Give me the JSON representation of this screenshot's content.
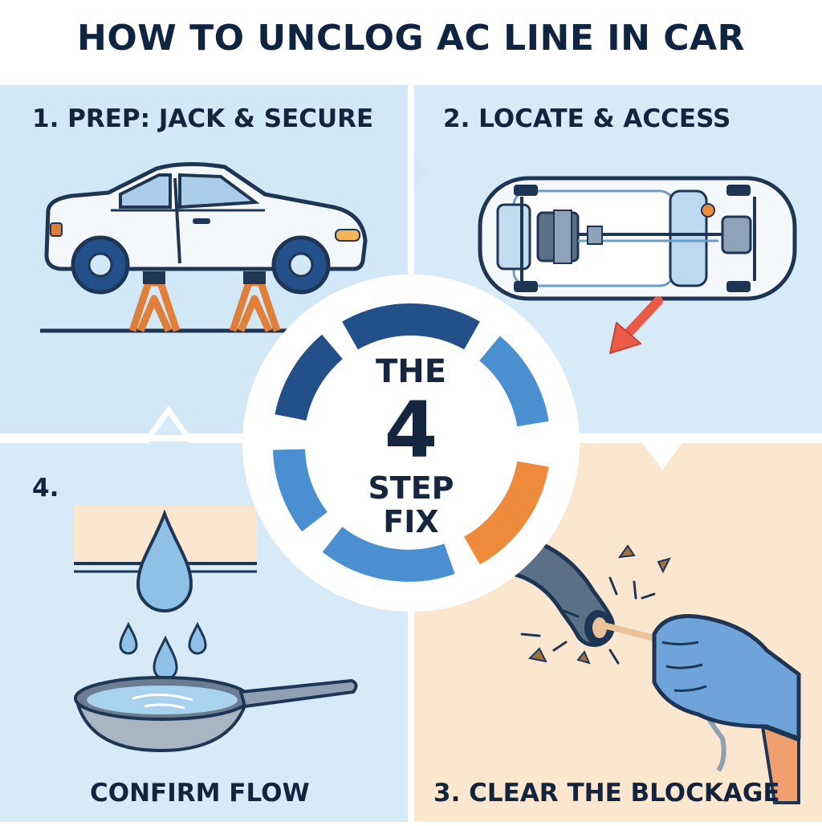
{
  "title": "HOW TO UNCLOG AC LINE IN CAR",
  "steps": {
    "step1": "1. PREP: JACK & SECURE",
    "step2": "2. LOCATE & ACCESS",
    "step3": "3. CLEAR THE BLOCKAGE",
    "step4_number": "4.",
    "step4_label": "CONFIRM FLOW"
  },
  "center": {
    "line1": "THE",
    "number": "4",
    "line2": "STEP",
    "line3": "FIX"
  },
  "colors": {
    "panel_blue": "#d3e8f6",
    "panel_peach": "#fbe6d0",
    "ring_dark": "#24508a",
    "ring_mid": "#4a8fd0",
    "ring_orange": "#ee8a3c",
    "outline": "#1e3654",
    "jack_orange": "#e07f3a",
    "arrow_red": "#e95b48"
  },
  "icons": [
    "car-on-jack-stands-icon",
    "car-underside-icon",
    "arrow-icon",
    "water-drop-icon",
    "pan-icon",
    "hose-icon",
    "gloved-hand-icon"
  ]
}
